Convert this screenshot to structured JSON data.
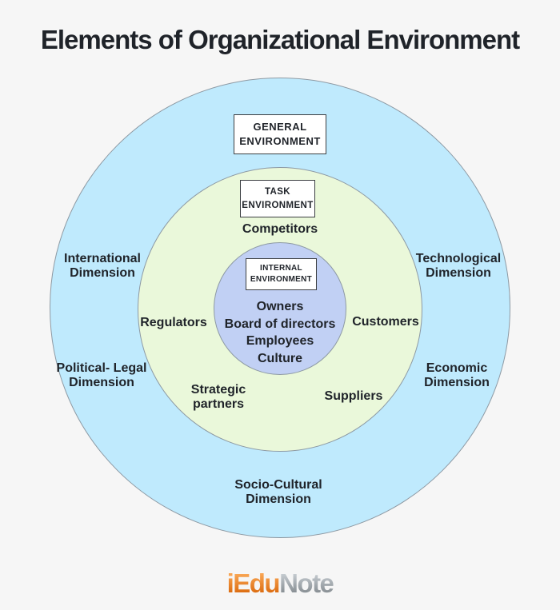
{
  "title": "Elements of Organizational Environment",
  "rings": {
    "general": {
      "box": "GENERAL\nENVIRONMENT",
      "labels": {
        "international": "International\nDimension",
        "technological": "Technological\nDimension",
        "political_legal": "Political- Legal\nDimension",
        "economic": "Economic\nDimension",
        "socio_cultural": "Socio-Cultural\nDimension"
      }
    },
    "task": {
      "box": "TASK\nENVIRONMENT",
      "labels": {
        "competitors": "Competitors",
        "regulators": "Regulators",
        "customers": "Customers",
        "strategic_partners": "Strategic\npartners",
        "suppliers": "Suppliers"
      }
    },
    "internal": {
      "box": "INTERNAL\nENVIRONMENT",
      "items": [
        "Owners",
        "Board of directors",
        "Employees",
        "Culture"
      ]
    }
  },
  "logo": {
    "part1": "iEdu",
    "part2": "Note"
  },
  "colors": {
    "background": "#f6f6f6",
    "outer_circle": "#bfeafd",
    "middle_circle": "#eaf8da",
    "inner_circle": "#c1d0f4",
    "circle_border": "#8d99a3",
    "box_border": "#3c3f42",
    "text": "#1f2329",
    "logo_orange": "#e8751f",
    "logo_gray": "#9ba1a6"
  }
}
